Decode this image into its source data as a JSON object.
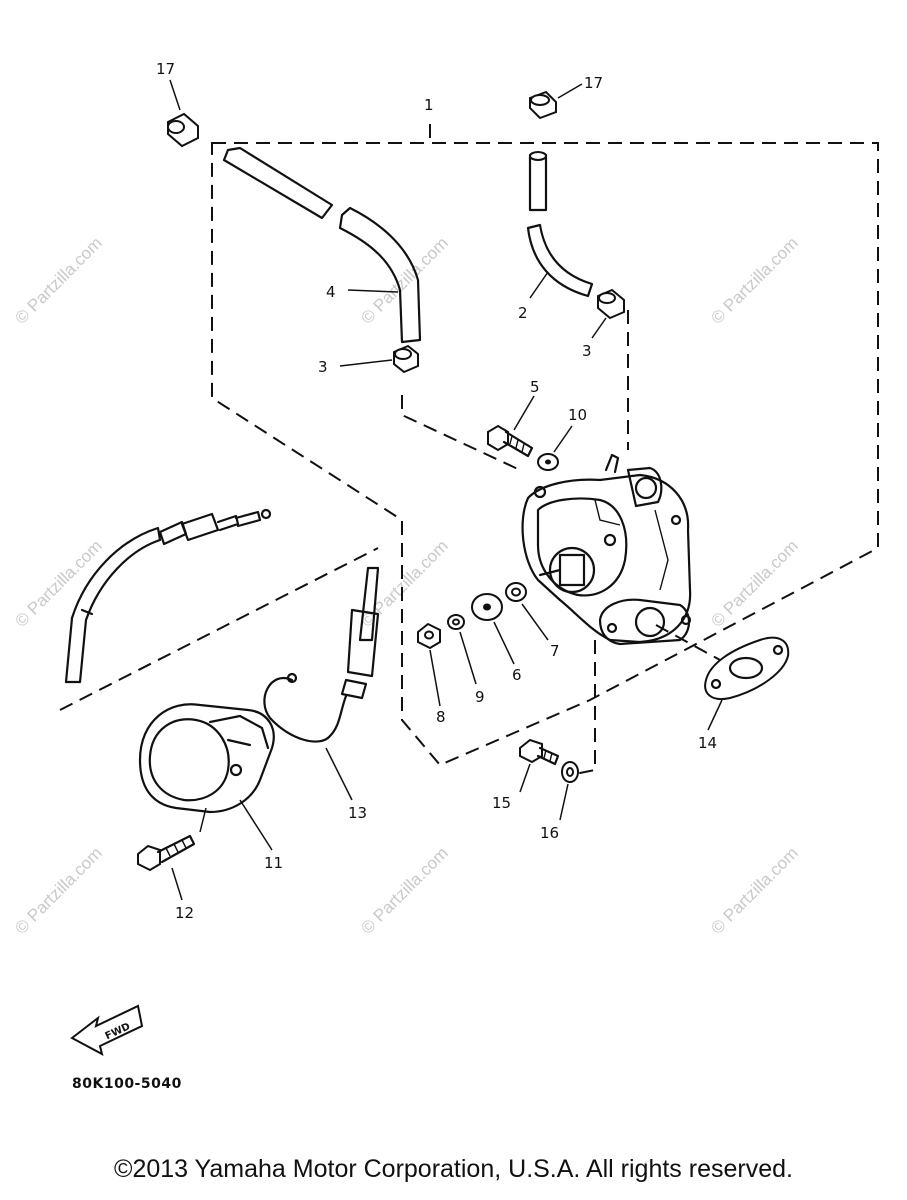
{
  "watermark": "© Partzilla.com",
  "part_code": "80K100-5040",
  "fwd_label": "FWD",
  "copyright": "©2013  Yamaha Motor Corporation, U.S.A. All rights reserved.",
  "callouts": {
    "c1": "1",
    "c2": "2",
    "c3a": "3",
    "c3b": "3",
    "c4": "4",
    "c5": "5",
    "c6": "6",
    "c7": "7",
    "c8": "8",
    "c9": "9",
    "c10": "10",
    "c11": "11",
    "c12": "12",
    "c13": "13",
    "c14": "14",
    "c15": "15",
    "c16": "16",
    "c17a": "17",
    "c17b": "17"
  }
}
